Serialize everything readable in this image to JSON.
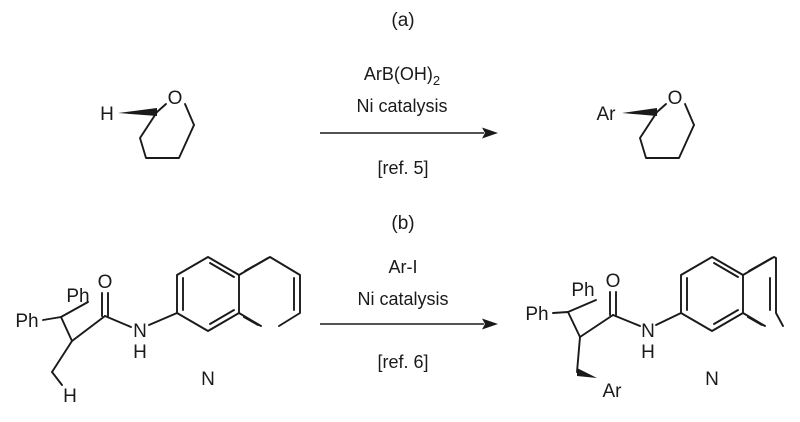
{
  "panel_a": {
    "label": "(a)",
    "reagent": "ArB(OH)2",
    "reagent_base": "ArB(OH)",
    "reagent_sub": "2",
    "catalyst": "Ni catalysis",
    "reference": "[ref. 5]",
    "reactant": {
      "h_atom": "H",
      "o_atom": "O"
    },
    "product": {
      "ar_group": "Ar",
      "o_atom": "O"
    }
  },
  "panel_b": {
    "label": "(b)",
    "reagent": "Ar-I",
    "catalyst": "Ni catalysis",
    "reference": "[ref. 6]",
    "reactant": {
      "ph_top": "Ph",
      "ph_left": "Ph",
      "o_atom": "O",
      "nh_n": "N",
      "nh_h": "H",
      "quin_n": "N",
      "h_atom": "H"
    },
    "product": {
      "ph_top": "Ph",
      "ph_left": "Ph",
      "o_atom": "O",
      "nh_n": "N",
      "nh_h": "H",
      "quin_n": "N",
      "ar_group": "Ar"
    }
  }
}
